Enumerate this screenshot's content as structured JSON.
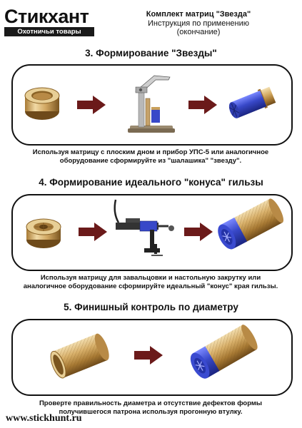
{
  "brand": {
    "name": "Стикхант",
    "tagline": "Охотничьи товары"
  },
  "header": {
    "line1": "Комплект матриц \"Звезда\"",
    "line2": "Инструкция по применению",
    "line3": "(окончание)"
  },
  "sections": [
    {
      "title": "3. Формирование \"Звезды\"",
      "caption_line1": "Используя матрицу с плоским дном и прибор УПС-5 или аналогичное",
      "caption_line2": "оборудование сформируйте из \"шалашика\" \"звезду\"."
    },
    {
      "title": "4. Формирование идеального \"конуса\" гильзы",
      "caption_line1": "Используя матрицу для завальцовки и настольную закрутку или",
      "caption_line2": "аналогичное оборудование сформируйте идеальный \"конус\" края гильзы."
    },
    {
      "title": "5. Финишный контроль по диаметру",
      "caption_line1": "Проверте правильность диаметра и отсутствие дефектов формы",
      "caption_line2": "получившегося патрона используя прогонную втулку."
    }
  ],
  "footer": {
    "url": "www.stickhunt.ru"
  },
  "colors": {
    "arrow": "#6b1a1a",
    "brass": "#c9a05a",
    "shell_blue": "#3848c8"
  }
}
